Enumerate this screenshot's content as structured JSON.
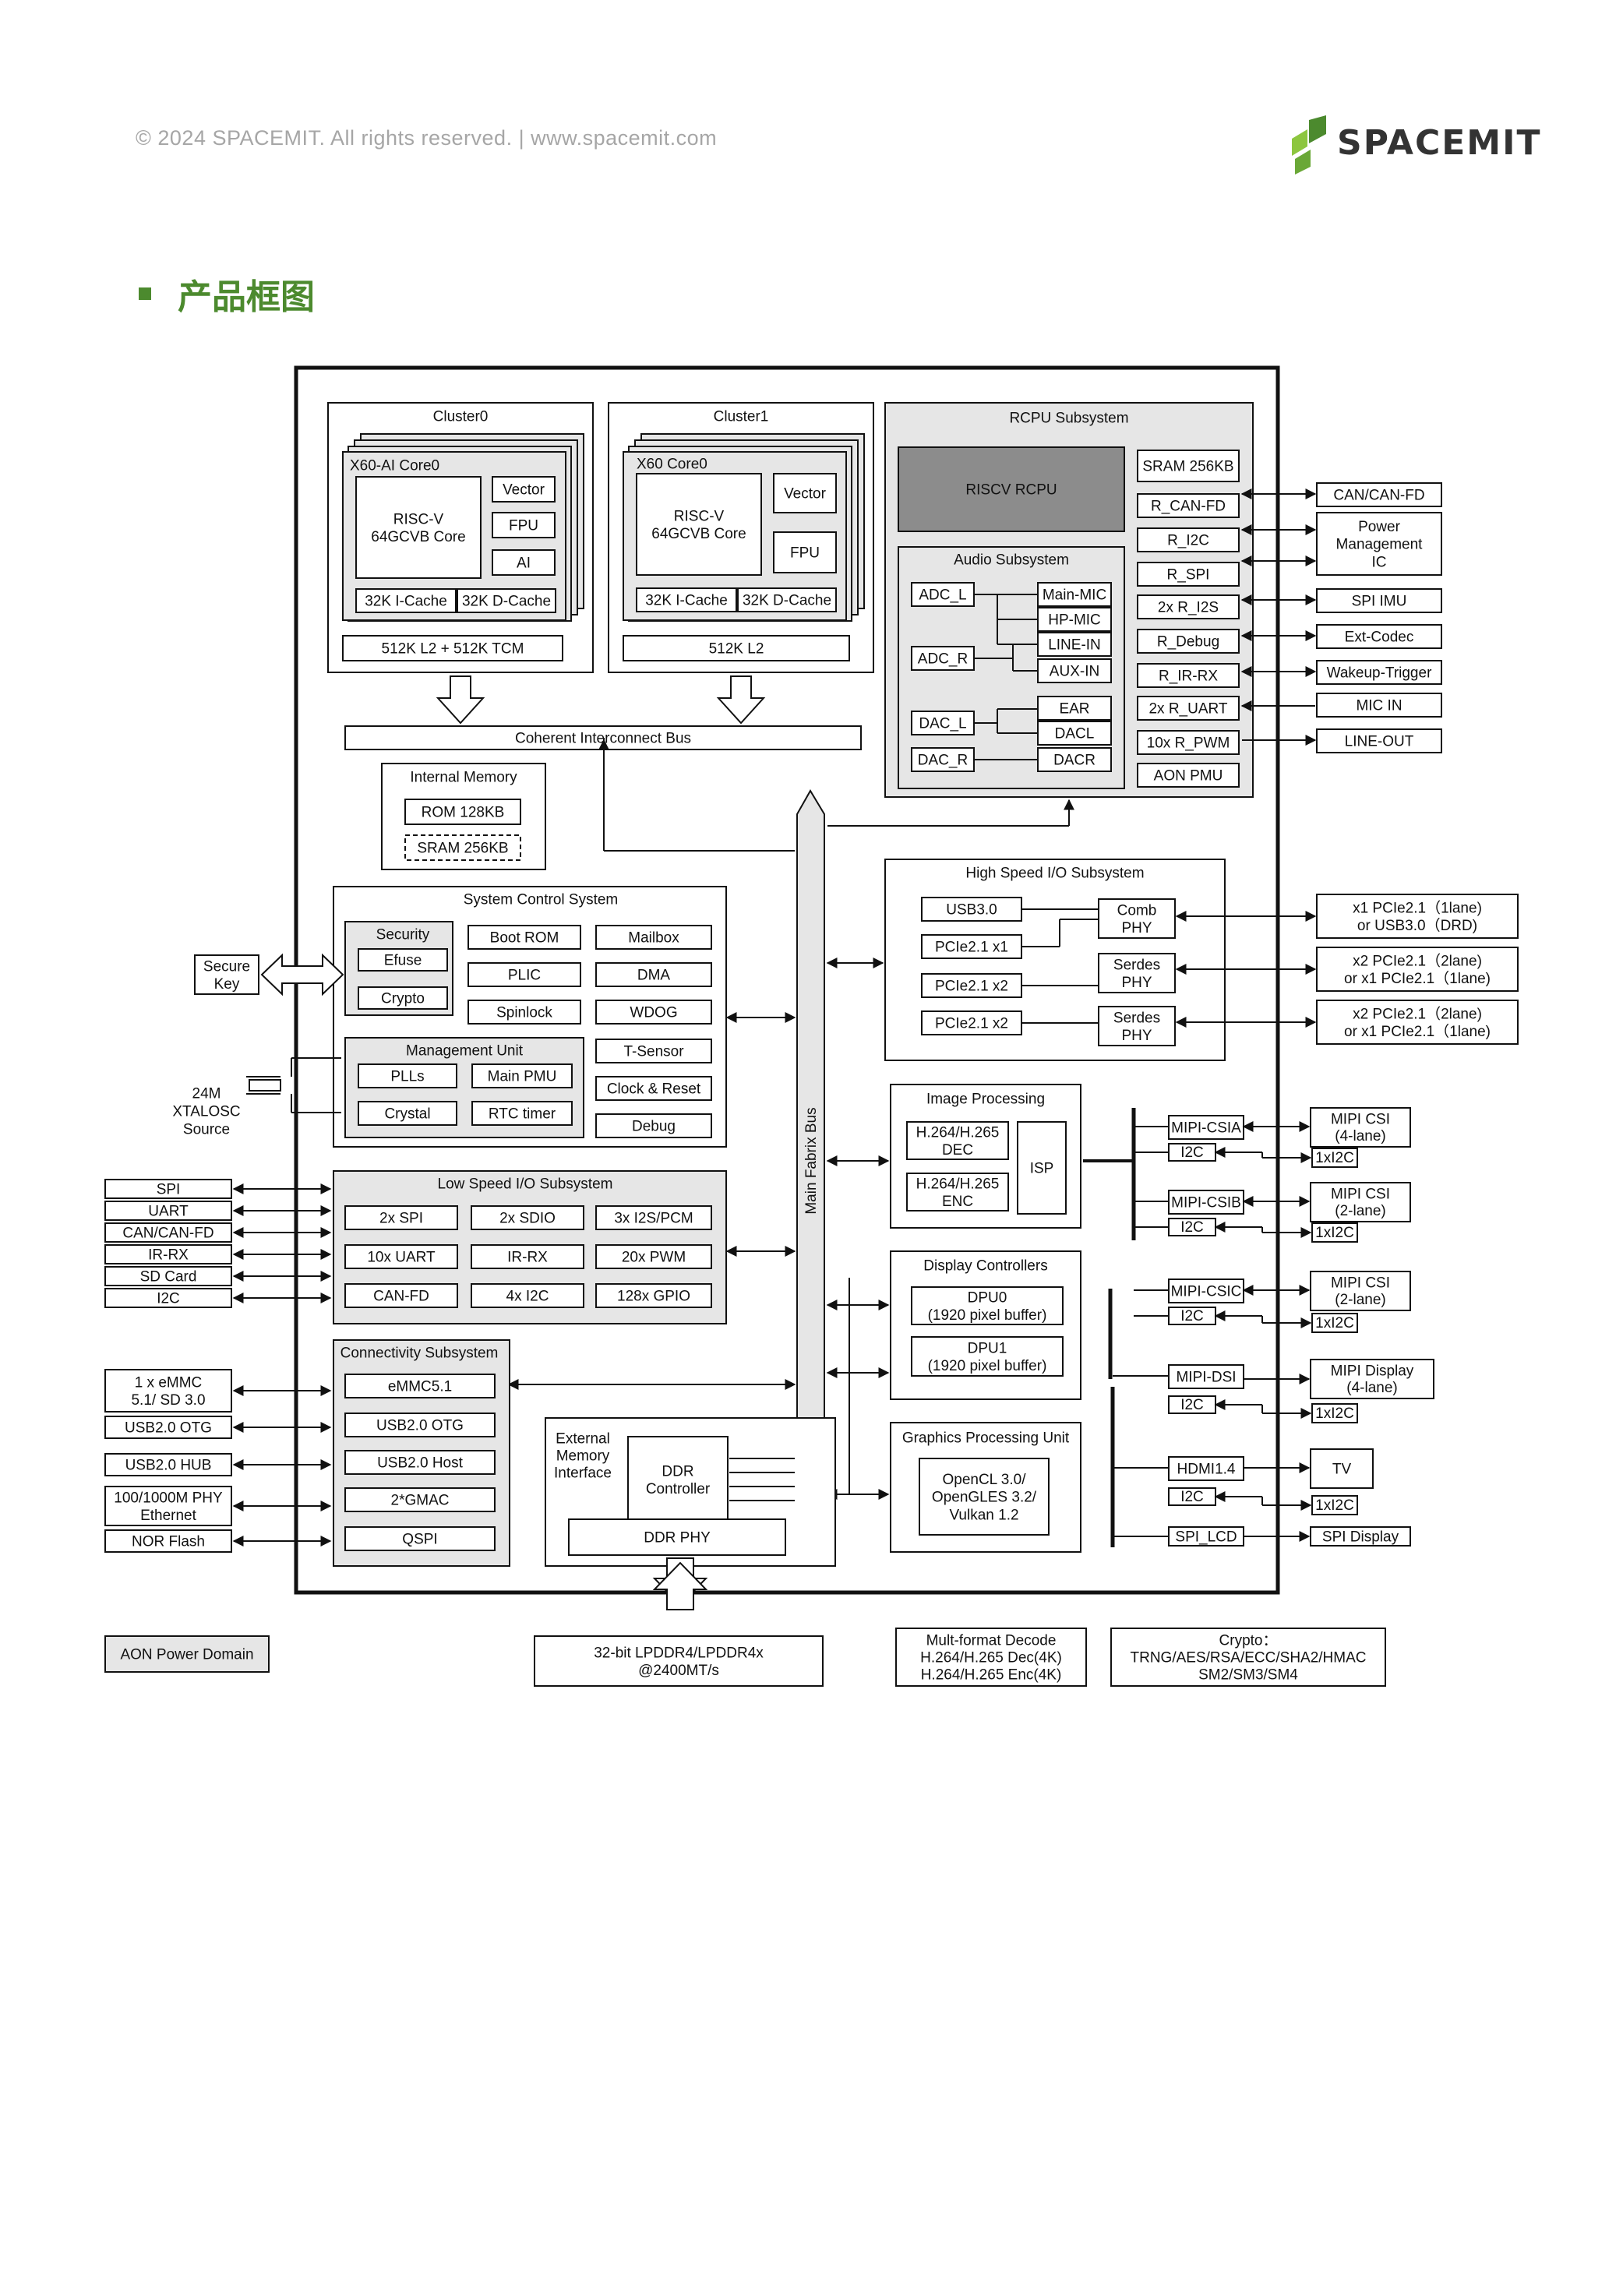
{
  "header": {
    "copyright": "© 2024 SPACEMIT. All rights reserved. |    www.spacemit.com",
    "logo_text": "SPACEMIT"
  },
  "section": {
    "title": "产品框图"
  },
  "colors": {
    "brand_green": "#4c8a2e",
    "light_green": "#8dc63f",
    "subsystem_fill": "#e6e6e6",
    "rcpu_fill": "#8c8c8c"
  },
  "diagram": {
    "cluster0": {
      "title": "Cluster0",
      "core": "X60-AI Core0",
      "core_main": [
        "RISC-V",
        "64GCVB Core"
      ],
      "vector": "Vector",
      "fpu": "FPU",
      "ai": "AI",
      "icache": "32K I-Cache",
      "dcache": "32K D-Cache",
      "l2": "512K L2 + 512K TCM"
    },
    "cluster1": {
      "title": "Cluster1",
      "core": "X60 Core0",
      "core_main": [
        "RISC-V",
        "64GCVB Core"
      ],
      "vector": "Vector",
      "fpu": "FPU",
      "icache": "32K I-Cache",
      "dcache": "32K D-Cache",
      "l2": "512K L2"
    },
    "coherent_bus": "Coherent Interconnect Bus",
    "internal_memory": {
      "title": "Internal Memory",
      "rom": "ROM 128KB",
      "sram": "SRAM 256KB"
    },
    "rcpu": {
      "title": "RCPU Subsystem",
      "core": "RISCV RCPU",
      "peripherals": [
        "SRAM 256KB",
        "R_CAN-FD",
        "R_I2C",
        "R_SPI",
        "2x R_I2S",
        "R_Debug",
        "R_IR-RX",
        "2x R_UART",
        "10x R_PWM",
        "AON PMU"
      ]
    },
    "audio": {
      "title": "Audio Subsystem",
      "adc_l": "ADC_L",
      "adc_r": "ADC_R",
      "dac_l": "DAC_L",
      "dac_r": "DAC_R",
      "inputs": [
        "Main-MIC",
        "HP-MIC",
        "LINE-IN",
        "AUX-IN"
      ],
      "outputs": [
        "EAR",
        "DACL",
        "DACR"
      ]
    },
    "rcpu_external": [
      {
        "label": "CAN/CAN-FD"
      },
      {
        "label": [
          "Power",
          "Management",
          "IC"
        ]
      },
      {
        "label": "SPI IMU"
      },
      {
        "label": "Ext-Codec"
      },
      {
        "label": "Wakeup-Trigger"
      },
      {
        "label": "MIC IN"
      },
      {
        "label": "LINE-OUT"
      }
    ],
    "system_control": {
      "title": "System Control System",
      "security_title": "Security",
      "efuse": "Efuse",
      "crypto": "Crypto",
      "boot_rom": "Boot ROM",
      "mailbox": "Mailbox",
      "plic": "PLIC",
      "dma": "DMA",
      "spinlock": "Spinlock",
      "wdog": "WDOG",
      "tsensor": "T-Sensor",
      "clock_reset": "Clock & Reset",
      "debug": "Debug",
      "mgmt_title": "Management Unit",
      "plls": "PLLs",
      "main_pmu": "Main PMU",
      "crystal": "Crystal",
      "rtc": "RTC timer"
    },
    "secure_key": [
      "Secure",
      "Key"
    ],
    "xtal": [
      "24M",
      "XTALOSC",
      "Source"
    ],
    "low_speed": {
      "title": "Low Speed I/O Subsystem",
      "items": [
        "2x SPI",
        "2x SDIO",
        "3x I2S/PCM",
        "10x UART",
        "IR-RX",
        "20x PWM",
        "CAN-FD",
        "4x I2C",
        "128x GPIO"
      ]
    },
    "low_speed_external": [
      "SPI",
      "UART",
      "CAN/CAN-FD",
      "IR-RX",
      "SD Card",
      "I2C"
    ],
    "connectivity": {
      "title": "Connectivity Subsystem",
      "items": [
        "eMMC5.1",
        "USB2.0 OTG",
        "USB2.0 Host",
        "2*GMAC",
        "QSPI"
      ]
    },
    "connectivity_external": [
      [
        "1 x eMMC",
        "5.1/ SD 3.0"
      ],
      [
        "USB2.0 OTG"
      ],
      [
        "USB2.0 HUB"
      ],
      [
        "100/1000M PHY",
        "Ethernet"
      ],
      [
        "NOR Flash"
      ]
    ],
    "memory_if": {
      "title": [
        "External",
        "Memory",
        "Interface"
      ],
      "ddr": [
        "DDR",
        "Controller"
      ],
      "phy": "DDR PHY"
    },
    "main_bus": "Main Fabrix Bus",
    "high_speed": {
      "title": "High Speed I/O Subsystem",
      "usb": "USB3.0",
      "pcie_x1": "PCIe2.1 x1",
      "pcie_x2a": "PCIe2.1 x2",
      "pcie_x2b": "PCIe2.1 x2",
      "comb_phy": [
        "Comb",
        "PHY"
      ],
      "serdes1": [
        "Serdes",
        "PHY"
      ],
      "serdes2": [
        "Serdes",
        "PHY"
      ]
    },
    "high_speed_external": [
      [
        "x1 PCIe2.1（1lane)",
        "or USB3.0（DRD)"
      ],
      [
        "x2 PCIe2.1（2lane)",
        "or x1 PCIe2.1（1lane)"
      ],
      [
        "x2 PCIe2.1（2lane)",
        "or x1 PCIe2.1（1lane)"
      ]
    ],
    "image_processing": {
      "title": "Image Processing",
      "dec": [
        "H.264/H.265",
        "DEC"
      ],
      "enc": [
        "H.264/H.265",
        "ENC"
      ],
      "isp": "ISP"
    },
    "display": {
      "title": "Display Controllers",
      "dpu0": [
        "DPU0",
        "(1920 pixel buffer)"
      ],
      "dpu1": [
        "DPU1",
        "(1920 pixel buffer)"
      ]
    },
    "gpu": {
      "title": "Graphics Processing Unit",
      "apis": [
        "OpenCL 3.0/",
        "OpenGLES 3.2/",
        "Vulkan 1.2"
      ]
    },
    "right_ports": {
      "mipi_csia": "MIPI-CSIA",
      "mipi_csib": "MIPI-CSIB",
      "mipi_csic": "MIPI-CSIC",
      "mipi_dsi": "MIPI-DSI",
      "hdmi": "HDMI1.4",
      "spi_lcd": "SPI_LCD",
      "i2c": "I2C"
    },
    "right_external": {
      "csi_a": [
        "MIPI CSI",
        "(4-lane)"
      ],
      "csi_b": [
        "MIPI CSI",
        "(2-lane)"
      ],
      "csi_c": [
        "MIPI CSI",
        "(2-lane)"
      ],
      "display": [
        "MIPI Display",
        "(4-lane)"
      ],
      "tv": "TV",
      "spi_display": "SPI Display",
      "ix_i2c": "1xI2C"
    },
    "aon_domain": "AON Power Domain",
    "lpddr": [
      "32-bit LPDDR4/LPDDR4x",
      "@2400MT/s"
    ],
    "multiformat": [
      "Mult-format Decode",
      "H.264/H.265 Dec(4K)",
      "H.264/H.265 Enc(4K)"
    ],
    "crypto_note": [
      "Crypto：",
      "TRNG/AES/RSA/ECC/SHA2/HMAC",
      "SM2/SM3/SM4"
    ]
  }
}
